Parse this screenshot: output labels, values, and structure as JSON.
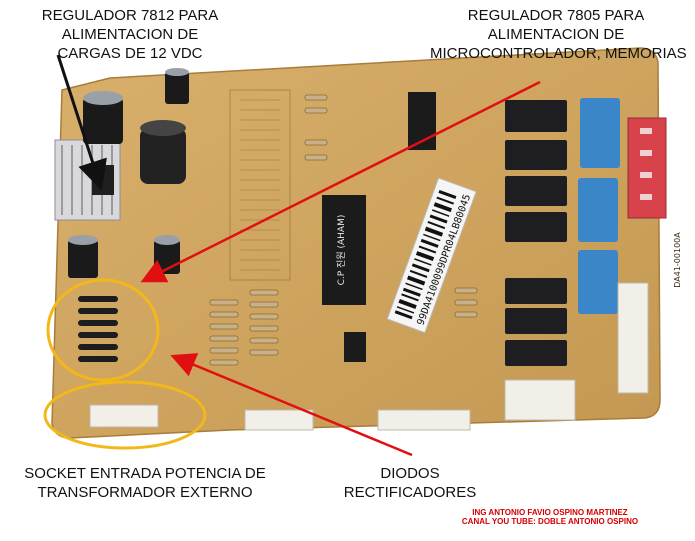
{
  "annotations": {
    "reg7812": [
      "REGULADOR 7812 PARA",
      "ALIMENTACION DE",
      "CARGAS DE 12 VDC"
    ],
    "reg7805": [
      "REGULADOR 7805 PARA",
      "ALIMENTACION DE",
      "MICROCONTROLADOR, MEMORIAS"
    ],
    "socket": [
      "SOCKET ENTRADA POTENCIA DE",
      "TRANSFORMADOR EXTERNO"
    ],
    "diodos": [
      "DIODOS",
      "RECTIFICADORES"
    ]
  },
  "credit": [
    "ING ANTONIO FAVIO OSPINO MARTINEZ",
    "CANAL YOU TUBE: DOBLE ANTONIO OSPINO"
  ],
  "board": {
    "barcode_text": "99DA4100099DPR04LB80045",
    "ic_label": "C.P 진원 (AHAM)",
    "part_number": "DA41-00100A"
  },
  "colors": {
    "pcb": "#cfa460",
    "arrow": "#e01010",
    "highlight_circle": "#f2b81a",
    "relay": "#1e1e22",
    "capacitor_blue": "#3a86c8",
    "connector_red": "#d8424a"
  }
}
